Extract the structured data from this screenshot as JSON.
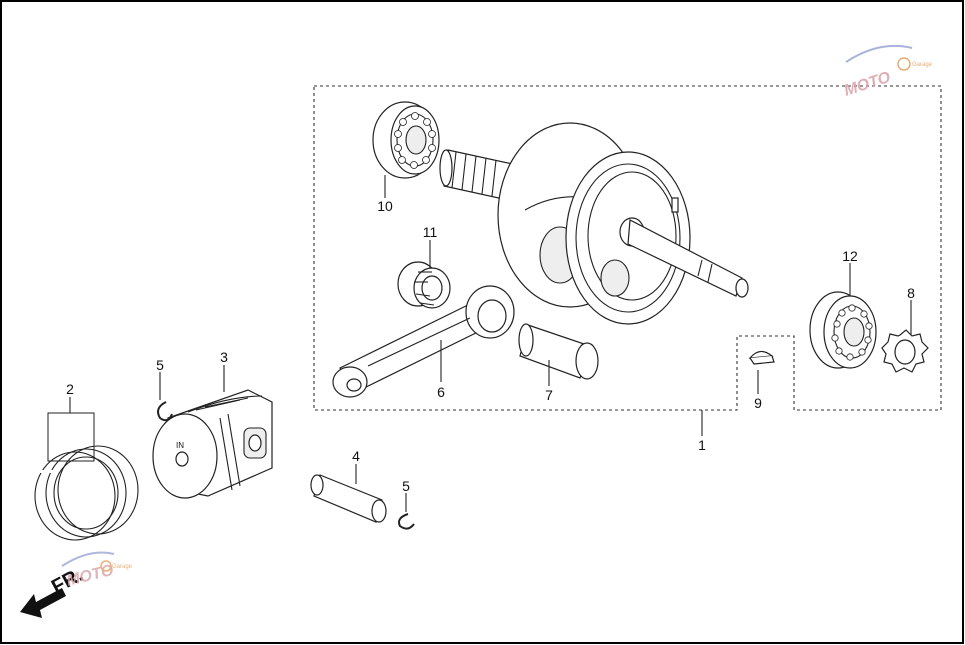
{
  "callouts": {
    "c1": "1",
    "c2": "2",
    "c3": "3",
    "c4": "4",
    "c5a": "5",
    "c5b": "5",
    "c6": "6",
    "c7": "7",
    "c8": "8",
    "c9": "9",
    "c10": "10",
    "c11": "11",
    "c12": "12"
  },
  "piston_mark": "IN",
  "direction": {
    "label": "FR."
  },
  "watermark": {
    "text": "MOTO",
    "subtext": "Garage"
  },
  "colors": {
    "line": "#222222",
    "border": "#000000",
    "watermark": "#d8a3aa"
  }
}
